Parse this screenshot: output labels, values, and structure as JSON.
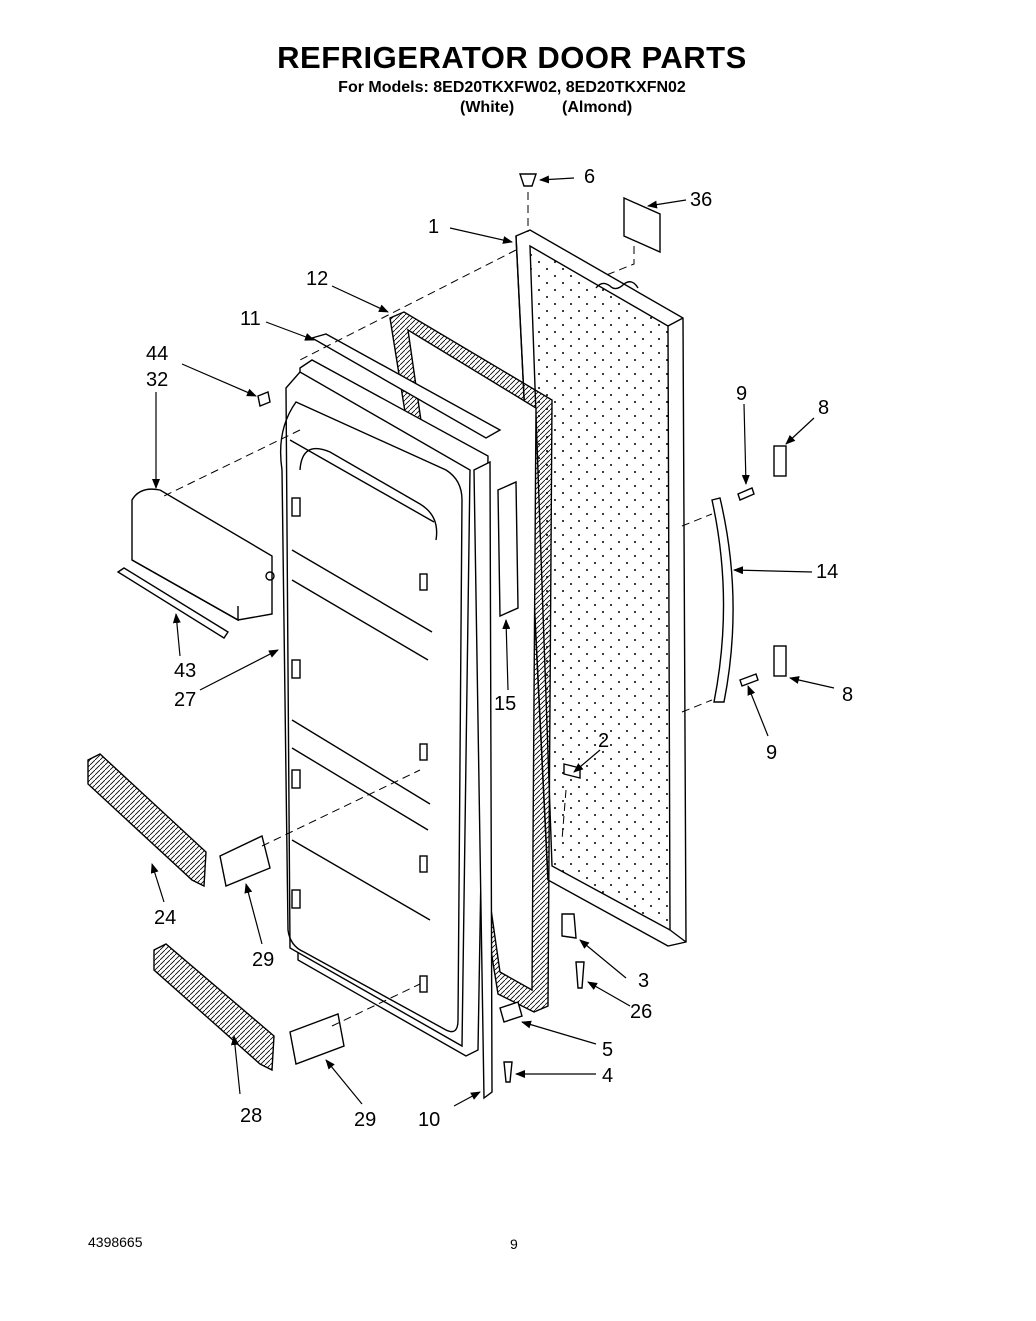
{
  "header": {
    "title": "REFRIGERATOR DOOR PARTS",
    "models_line": "For Models: 8ED20TKXFW02, 8ED20TKXFN02",
    "variant_white": "(White)",
    "variant_almond": "(Almond)"
  },
  "callouts": [
    {
      "key": "c6",
      "label": "6"
    },
    {
      "key": "c36",
      "label": "36"
    },
    {
      "key": "c1",
      "label": "1"
    },
    {
      "key": "c12",
      "label": "12"
    },
    {
      "key": "c11",
      "label": "11"
    },
    {
      "key": "c44",
      "label": "44"
    },
    {
      "key": "c32",
      "label": "32"
    },
    {
      "key": "c9a",
      "label": "9"
    },
    {
      "key": "c8a",
      "label": "8"
    },
    {
      "key": "c14",
      "label": "14"
    },
    {
      "key": "c8b",
      "label": "8"
    },
    {
      "key": "c9b",
      "label": "9"
    },
    {
      "key": "c43",
      "label": "43"
    },
    {
      "key": "c27",
      "label": "27"
    },
    {
      "key": "c15",
      "label": "15"
    },
    {
      "key": "c2",
      "label": "2"
    },
    {
      "key": "c24",
      "label": "24"
    },
    {
      "key": "c29a",
      "label": "29"
    },
    {
      "key": "c3",
      "label": "3"
    },
    {
      "key": "c26",
      "label": "26"
    },
    {
      "key": "c5",
      "label": "5"
    },
    {
      "key": "c4",
      "label": "4"
    },
    {
      "key": "c28",
      "label": "28"
    },
    {
      "key": "c29b",
      "label": "29"
    },
    {
      "key": "c10",
      "label": "10"
    }
  ],
  "footer": {
    "doc_number": "4398665",
    "page_number": "9"
  }
}
